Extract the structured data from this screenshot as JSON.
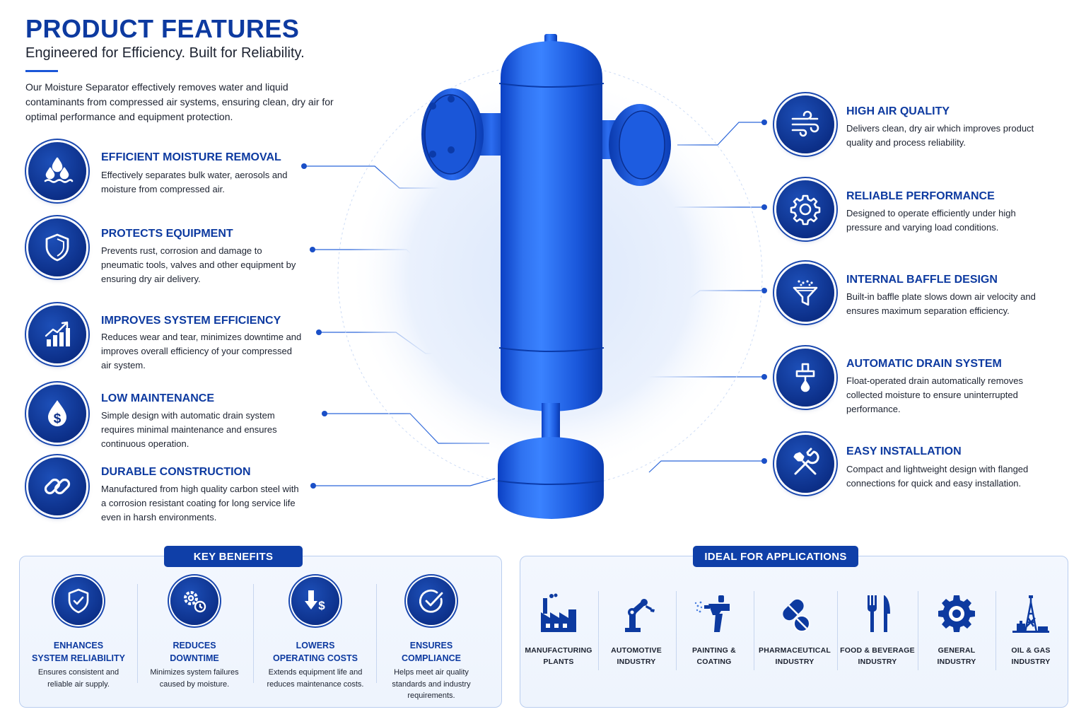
{
  "header": {
    "title": "PRODUCT FEATURES",
    "subtitle": "Engineered for Efficiency. Built for Reliability.",
    "intro": "Our Moisture Separator effectively removes water and liquid contaminants from compressed air systems, ensuring clean, dry air for optimal performance and equipment protection."
  },
  "colors": {
    "brand_dark": "#0d3aa0",
    "brand_body": "#1a56d8",
    "panel_bg": "#eef4fd"
  },
  "left_features": [
    {
      "icon": "water-drops-icon",
      "title": "EFFICIENT MOISTURE REMOVAL",
      "desc": "Effectively separates bulk water, aerosols and moisture from compressed air."
    },
    {
      "icon": "shield-icon",
      "title": "PROTECTS EQUIPMENT",
      "desc": "Prevents rust, corrosion and damage to pneumatic tools, valves and other equipment by ensuring dry air delivery."
    },
    {
      "icon": "bar-chart-arrow-icon",
      "title": "IMPROVES SYSTEM EFFICIENCY",
      "desc": "Reduces wear and tear, minimizes downtime and improves overall efficiency of your compressed air system."
    },
    {
      "icon": "dollar-drop-icon",
      "title": "LOW MAINTENANCE",
      "desc": "Simple design with automatic drain system requires minimal maintenance and ensures continuous operation."
    },
    {
      "icon": "chain-link-icon",
      "title": "DURABLE CONSTRUCTION",
      "desc": "Manufactured from high quality carbon steel with a corrosion resistant coating for long service life even in harsh environments."
    }
  ],
  "right_features": [
    {
      "icon": "air-flow-icon",
      "title": "HIGH AIR QUALITY",
      "desc": "Delivers clean, dry air which improves product quality and process reliability."
    },
    {
      "icon": "gear-icon",
      "title": "RELIABLE PERFORMANCE",
      "desc": "Designed to operate efficiently under high pressure and varying load conditions."
    },
    {
      "icon": "funnel-baffle-icon",
      "title": "INTERNAL BAFFLE DESIGN",
      "desc": "Built-in baffle plate slows down air velocity and ensures maximum separation efficiency."
    },
    {
      "icon": "drain-valve-icon",
      "title": "AUTOMATIC DRAIN SYSTEM",
      "desc": "Float-operated drain automatically removes collected moisture to ensure uninterrupted performance."
    },
    {
      "icon": "wrench-screwdriver-icon",
      "title": "EASY INSTALLATION",
      "desc": "Compact and lightweight design with flanged connections for quick and easy installation."
    }
  ],
  "key_benefits": {
    "heading": "KEY BENEFITS",
    "items": [
      {
        "icon": "shield-check-icon",
        "title_1": "ENHANCES",
        "title_2": "SYSTEM RELIABILITY",
        "desc": "Ensures consistent and reliable air supply."
      },
      {
        "icon": "gears-clock-icon",
        "title_1": "REDUCES",
        "title_2": "DOWNTIME",
        "desc": "Minimizes system failures caused by moisture."
      },
      {
        "icon": "arrow-down-dollar-icon",
        "title_1": "LOWERS",
        "title_2": "OPERATING COSTS",
        "desc": "Extends equipment life and reduces maintenance costs."
      },
      {
        "icon": "check-circle-icon",
        "title_1": "ENSURES",
        "title_2": "COMPLIANCE",
        "desc": "Helps meet air quality standards and industry requirements."
      }
    ]
  },
  "applications": {
    "heading": "IDEAL FOR APPLICATIONS",
    "items": [
      {
        "icon": "factory-icon",
        "line_1": "MANUFACTURING",
        "line_2": "PLANTS"
      },
      {
        "icon": "robot-arm-icon",
        "line_1": "AUTOMOTIVE",
        "line_2": "INDUSTRY"
      },
      {
        "icon": "spray-gun-icon",
        "line_1": "PAINTING &",
        "line_2": "COATING"
      },
      {
        "icon": "pills-icon",
        "line_1": "PHARMACEUTICAL",
        "line_2": "INDUSTRY"
      },
      {
        "icon": "fork-knife-icon",
        "line_1": "FOOD & BEVERAGE",
        "line_2": "INDUSTRY"
      },
      {
        "icon": "gear-icon",
        "line_1": "GENERAL",
        "line_2": "INDUSTRY"
      },
      {
        "icon": "oil-derrick-icon",
        "line_1": "OIL & GAS",
        "line_2": "INDUSTRY"
      }
    ]
  }
}
